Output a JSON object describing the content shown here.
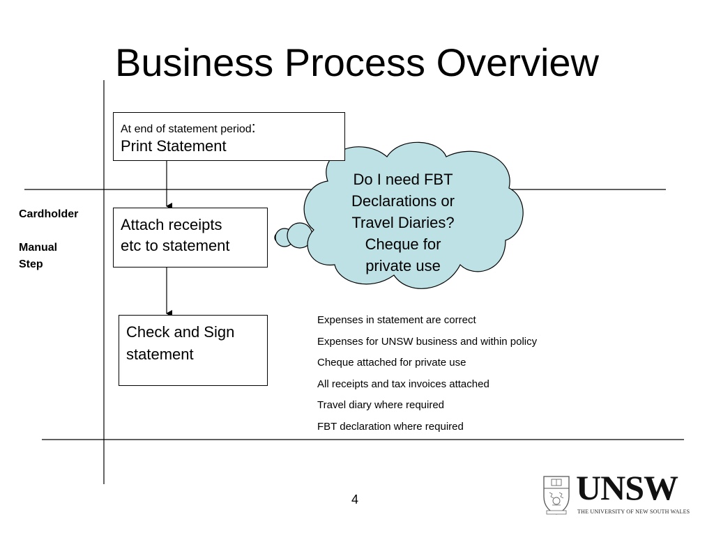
{
  "title": "Business Process Overview",
  "lane": {
    "title": "Cardholder",
    "subtitle_line1": "Manual",
    "subtitle_line2": "Step"
  },
  "boxes": {
    "print": {
      "prefix": "At end of statement period",
      "colon": ":",
      "main": "Print Statement"
    },
    "attach": {
      "line1": "Attach receipts",
      "line2": "etc to statement"
    },
    "check": {
      "line1": "Check and Sign",
      "line2": "statement"
    }
  },
  "thought": {
    "lines": [
      "Do I need FBT",
      "Declarations or",
      "Travel Diaries?",
      "Cheque for",
      "private use"
    ],
    "fill_color": "#bde1e4"
  },
  "checklist": [
    "Expenses in statement are correct",
    "Expenses for UNSW business and within policy",
    "Cheque attached for private use",
    "All receipts and tax invoices attached",
    "Travel diary where required",
    "FBT declaration where required"
  ],
  "page_number": "4",
  "logo": {
    "wordmark": "UNSW",
    "tagline": "THE UNIVERSITY OF NEW SOUTH WALES"
  }
}
